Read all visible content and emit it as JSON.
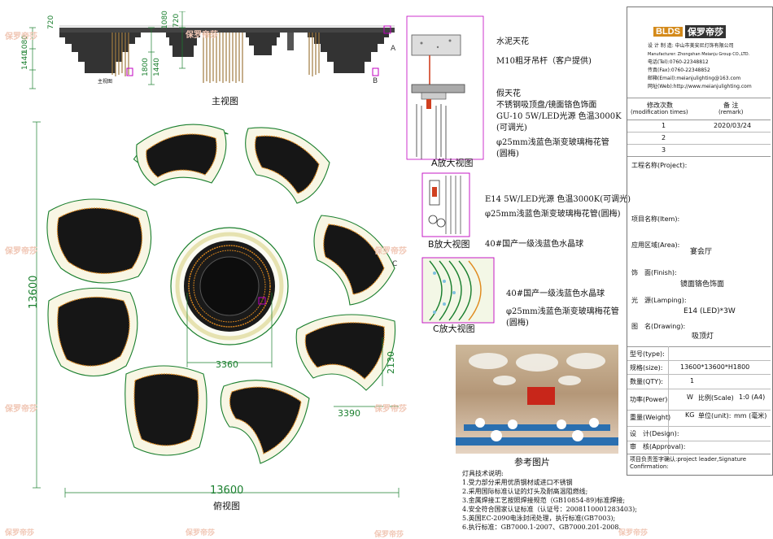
{
  "watermark": "保罗帝莎",
  "front_view": {
    "title": "主视图",
    "sub_label": "主视图",
    "dims_left": [
      "1440",
      "1080",
      "720"
    ],
    "dims_center": [
      "1080",
      "720",
      "1800",
      "1440"
    ],
    "marker_a": "A",
    "marker_b": "B"
  },
  "detail_a": {
    "title": "A放大视图",
    "labels": [
      "水泥天花",
      "M10粗牙吊杆（客户提供)",
      "假天花",
      "不锈钢吸顶盘/镜面铬色饰面",
      "GU-10 5W/LED光源 色温3000K",
      "(可调光)",
      "φ25mm浅蓝色渐变玻璃梅花管",
      "(圆梅)"
    ]
  },
  "detail_b": {
    "title": "B放大视图",
    "labels": [
      "E14 5W/LED光源 色温3000K(可调光)",
      "φ25mm浅蓝色渐变玻璃梅花管(圆梅)",
      "40#国产一级浅蓝色水晶球"
    ]
  },
  "detail_c": {
    "title": "C放大视图",
    "labels": [
      "40#国产一级浅蓝色水晶球",
      "φ25mm浅蓝色渐变玻璃梅花管",
      "(圆梅)"
    ]
  },
  "top_view": {
    "title": "俯视图",
    "dim_left": "13600",
    "dim_bottom": "13600",
    "dim_center": "3360",
    "dim_right_v": "2130",
    "dim_right_h": "3390",
    "marker_c": "C"
  },
  "reference": {
    "title": "参考图片"
  },
  "tech_notes": {
    "title": "灯具技术说明:",
    "items": [
      "1.受力部分采用优质钢材或进口不锈钢",
      "2.采用国际标准认证的灯头及耐高温阻燃线;",
      "3.金属焊接工艺按照焊接规范（GB10854-89)标准焊接;",
      "4.安全符合国家认证标准（认证号：2008110001283403);",
      "5.英国EC-2090电泳封闭处理，执行标准(GB7003);",
      "6.执行标准：GB7000.1-2007、GB7000.201-2008."
    ]
  },
  "title_block": {
    "brand_en": "BLDS",
    "brand_cn": "保罗帝莎",
    "company_lines": [
      "设 计 制 造: 中山市美安尼灯饰有限公司",
      "Manufacturer: Zhongshan Meianju Group CO.,LTD.",
      "电话(Tel):0760-22348812",
      "传真(Fax):0760-22348852",
      "邮箱(Email):meianjulighting@163.com",
      "网址(Web):http://www.meianjulighting.com"
    ],
    "rev_header": [
      "修改次数",
      "(modification times)",
      "备 注",
      "(remark)"
    ],
    "revisions": [
      {
        "no": "1",
        "remark": "2020/03/24"
      },
      {
        "no": "2",
        "remark": ""
      },
      {
        "no": "3",
        "remark": ""
      }
    ],
    "project_label": "工程名称(Project):",
    "project_value": "",
    "item_label": "项目名称(Item):",
    "item_value": "",
    "area_label": "应用区域(Area):",
    "area_value": "宴会厅",
    "finish_label": "饰　面(Finish):",
    "finish_value": "镜面铬色饰面",
    "lamping_label": "光　源(Lamping):",
    "lamping_value": "E14 (LED)*3W",
    "drawing_label": "图　名(Drawing):",
    "drawing_value": "吸顶灯",
    "type_label": "型号(type):",
    "type_value": "",
    "size_label": "规格(size):",
    "size_value": "13600*13600*H1800",
    "qty_label": "数量(QTY):",
    "qty_value": "1",
    "power_label": "功率(Power)",
    "power_unit": "W",
    "scale_label": "比例(Scale)",
    "scale_value": "1:0 (A4)",
    "weight_label": "重量(Weight)",
    "weight_unit": "KG",
    "unit_label": "单位(unit):",
    "unit_value": "mm (毫米)",
    "design_label": "设　计(Design):",
    "approval_label": "审　核(Approval):",
    "signature_label": "项目负责签字确认:project leader,Signature Confirmation:"
  }
}
